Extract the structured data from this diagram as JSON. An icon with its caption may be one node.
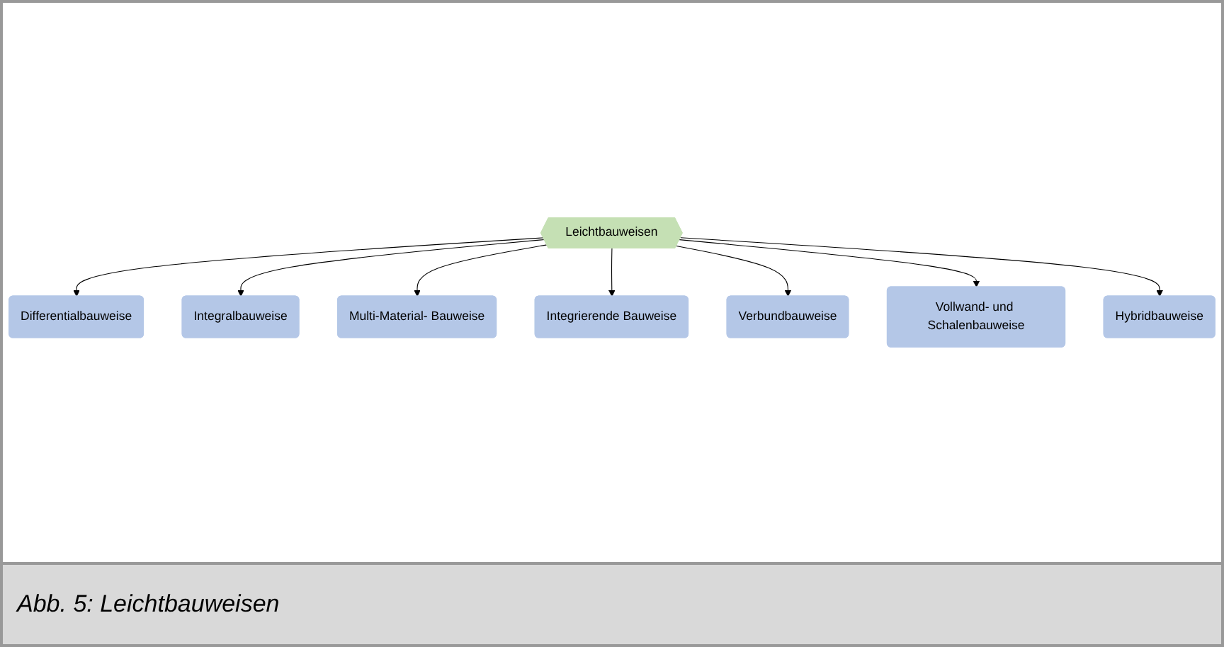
{
  "diagram": {
    "caption": "Abb. 5: Leichtbauweisen",
    "nodes": [
      {
        "text": [
          "Differentialbauweise"
        ]
      },
      {
        "text": [
          "Integralbauweise"
        ]
      },
      {
        "text": [
          "Multi-Material- Bauweise"
        ]
      },
      {
        "text": [
          "Integrierende Bauweise"
        ]
      },
      {
        "text": [
          "Leichtbauweisen"
        ]
      },
      {
        "text": [
          "Verbundbauweise"
        ]
      },
      {
        "text": [
          "Vollwand- und Schalenbauweise"
        ]
      },
      {
        "text": [
          "Hybridbauweise"
        ]
      }
    ],
    "edges": [
      {
        "from": 4,
        "to": 0,
        "arrow": "to"
      },
      {
        "from": 4,
        "to": 1,
        "arrow": "to"
      },
      {
        "from": 4,
        "to": 2,
        "arrow": "to"
      },
      {
        "from": 4,
        "to": 3,
        "arrow": "to"
      },
      {
        "from": 4,
        "to": 5,
        "arrow": "to"
      },
      {
        "from": 4,
        "to": 6,
        "arrow": "to"
      },
      {
        "from": 4,
        "to": 7,
        "arrow": "to"
      }
    ]
  }
}
